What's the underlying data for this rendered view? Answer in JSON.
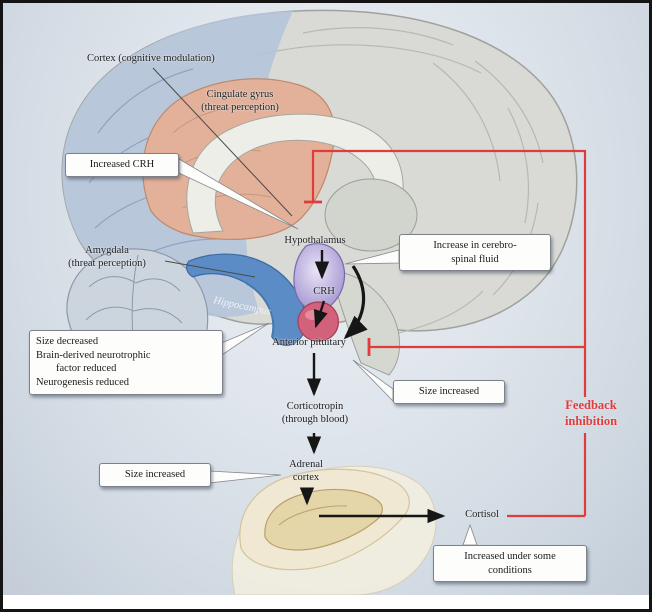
{
  "labels": {
    "cortex": "Cortex (cognitive modulation)",
    "cingulate_line1": "Cingulate gyrus",
    "cingulate_line2": "(threat perception)",
    "amygdala_line1": "Amygdala",
    "amygdala_line2": "(threat perception)",
    "hypothalamus": "Hypothalamus",
    "crh": "CRH",
    "hippocampus": "Hippocampus",
    "anterior_pituitary": "Anterior pituitary",
    "corticotropin_line1": "Corticotropin",
    "corticotropin_line2": "(through blood)",
    "adrenal_line1": "Adrenal",
    "adrenal_line2": "cortex",
    "cortisol": "Cortisol",
    "feedback_line1": "Feedback",
    "feedback_line2": "inhibition"
  },
  "boxes": {
    "increased_crh": "Increased CRH",
    "size_decreased_lines": [
      "Size decreased",
      "Brain-derived neurotrophic",
      "factor reduced",
      "Neurogenesis reduced"
    ],
    "csf_line1": "Increase in cerebro-",
    "csf_line2": "spinal fluid",
    "size_increased_pituitary": "Size increased",
    "size_increased_adrenal": "Size increased",
    "conditions_line1": "Increased under some",
    "conditions_line2": "conditions"
  },
  "colors": {
    "feedback_red": "#e13b3b",
    "hippocampus_blue": "#5b8cc5",
    "cingulate_salmon": "#e3b19a",
    "hypothalamus_purple": "#b7aadb",
    "pituitary_pink": "#d2617c",
    "adrenal_tan": "#e5d6a9",
    "background": "#dfe5ec"
  }
}
